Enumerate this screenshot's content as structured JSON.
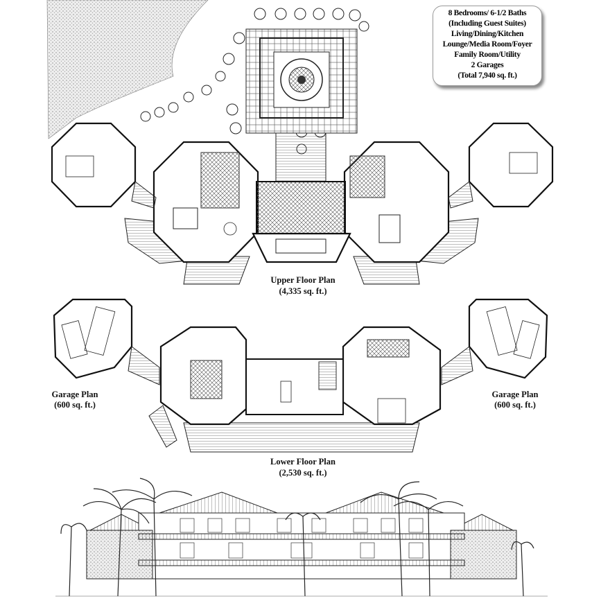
{
  "summary": {
    "lines": [
      "8 Bedrooms/ 6-1/2 Baths",
      "(Including Guest Suites)",
      "Living/Dining/Kitchen",
      "Lounge/Media Room/Foyer",
      "Family Room/Utility",
      "2 Garages",
      "(Total 7,940 sq. ft.)"
    ]
  },
  "upper_plan": {
    "title": "Upper Floor Plan",
    "area": "(4,335 sq. ft.)"
  },
  "lower_plan": {
    "title": "Lower Floor Plan",
    "area": "(2,530 sq. ft.)"
  },
  "garage_left": {
    "title": "Garage Plan",
    "area": "(600 sq. ft.)"
  },
  "garage_right": {
    "title": "Garage Plan",
    "area": "(600 sq. ft.)"
  }
}
